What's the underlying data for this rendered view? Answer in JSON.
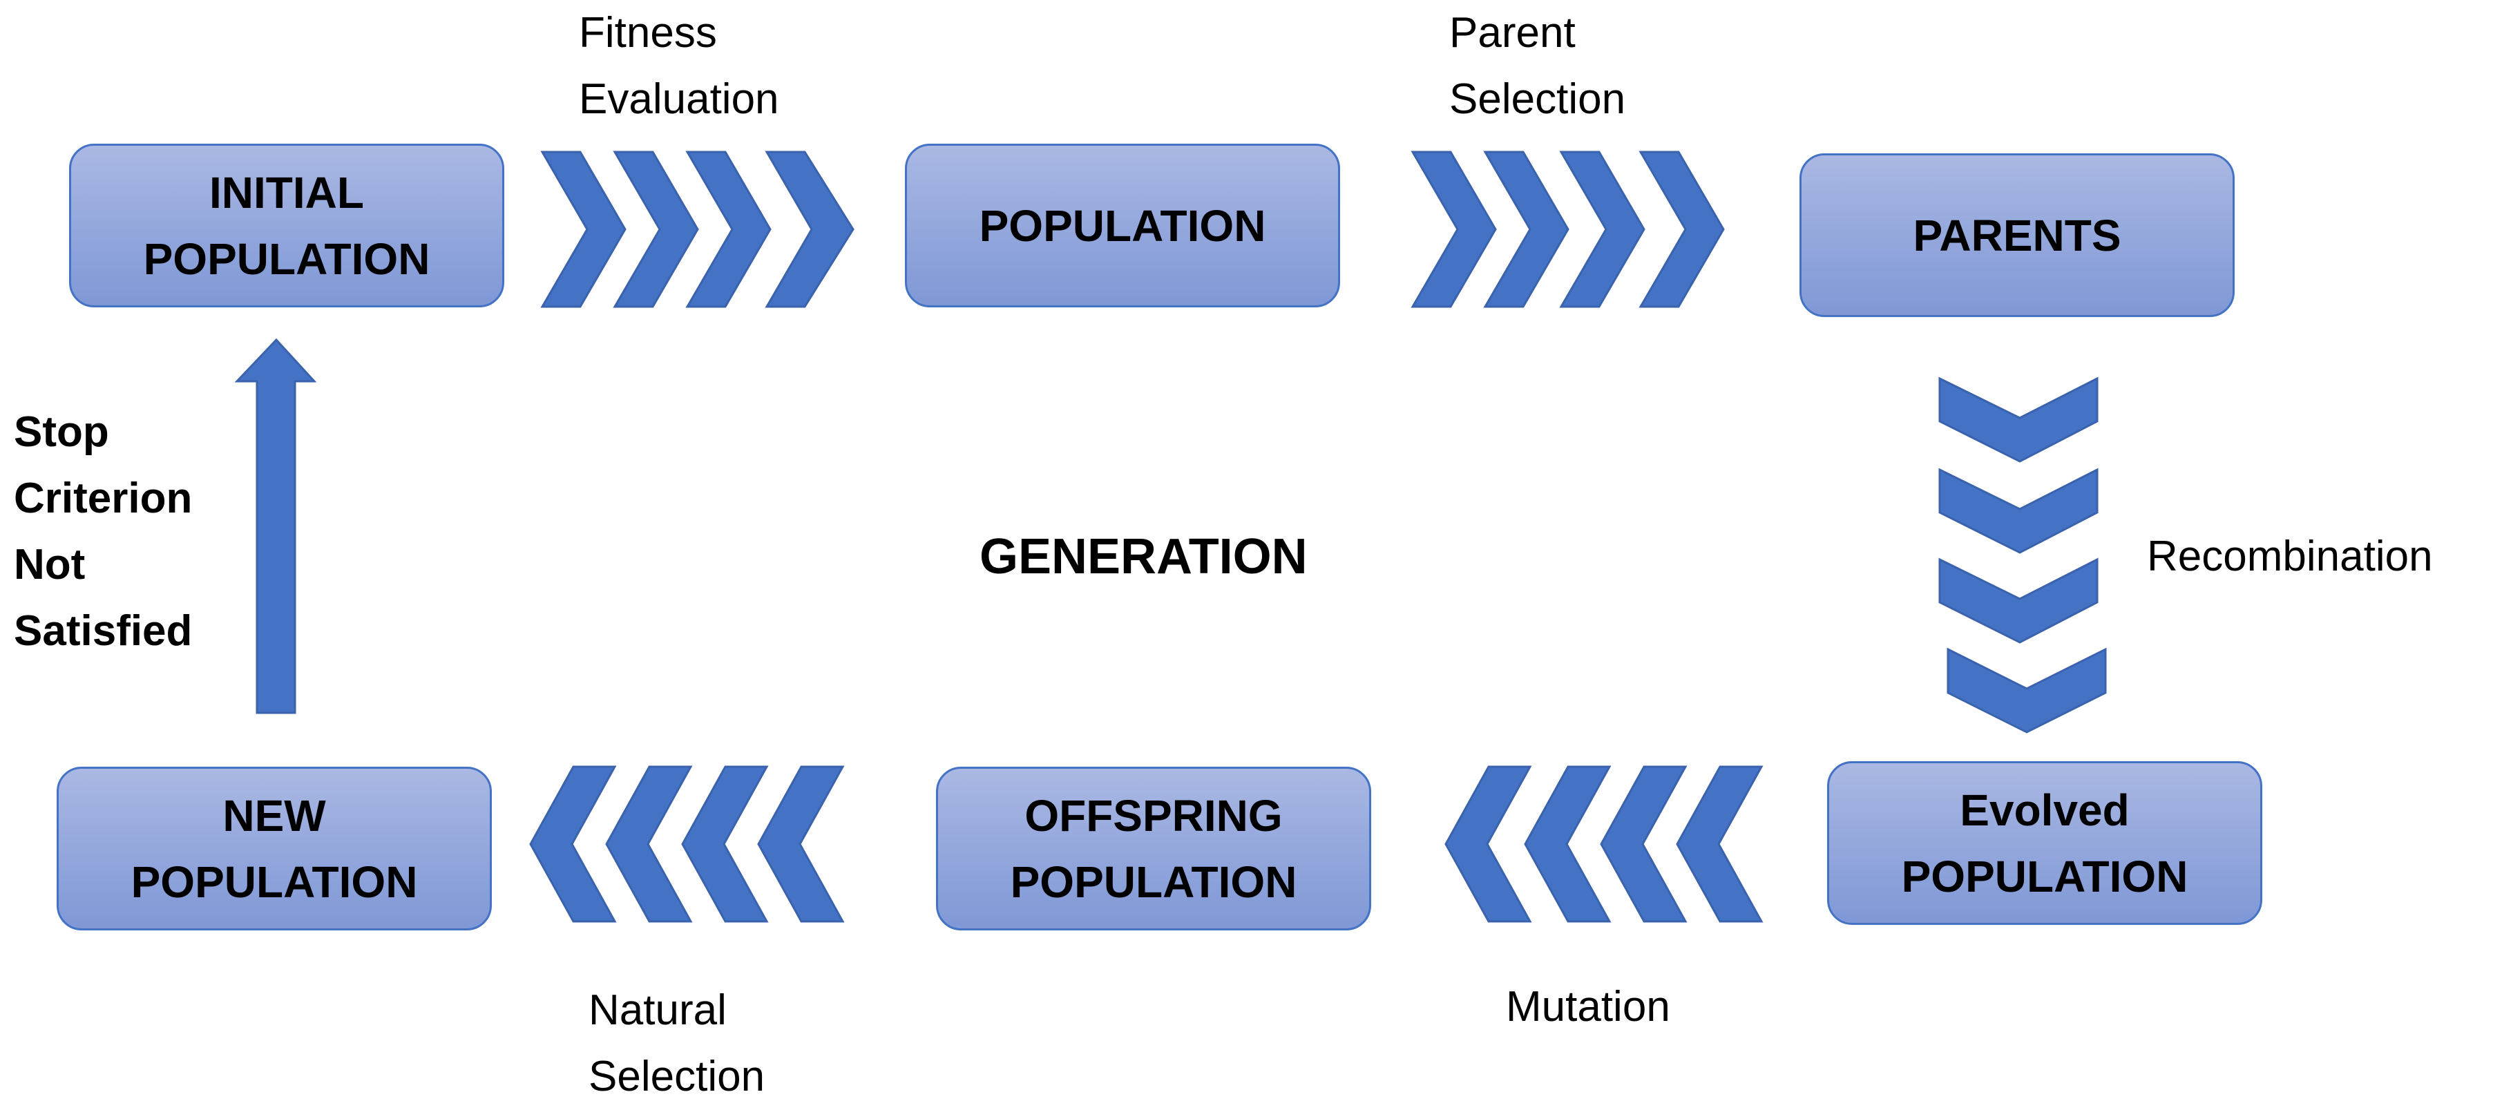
{
  "boxes": {
    "initial_population": [
      "INITIAL",
      "POPULATION"
    ],
    "population": [
      "POPULATION"
    ],
    "parents": [
      "PARENTS"
    ],
    "evolved_population": [
      "Evolved",
      "POPULATION"
    ],
    "offspring_population": [
      "OFFSPRING",
      "POPULATION"
    ],
    "new_population": [
      "NEW",
      "POPULATION"
    ]
  },
  "labels": {
    "fitness_evaluation": [
      "Fitness",
      "Evaluation"
    ],
    "parent_selection": [
      "Parent",
      "Selection"
    ],
    "recombination": "Recombination",
    "mutation": "Mutation",
    "natural_selection": [
      "Natural",
      "Selection"
    ],
    "stop_criterion": [
      "Stop",
      "Criterion",
      "Not",
      "Satisfied"
    ]
  },
  "center_title": "GENERATION",
  "colors": {
    "box_fill_top": "#aab8e3",
    "box_fill_bottom": "#7f98d6",
    "box_border": "#4472c4",
    "arrow_fill": "#4472c4"
  }
}
